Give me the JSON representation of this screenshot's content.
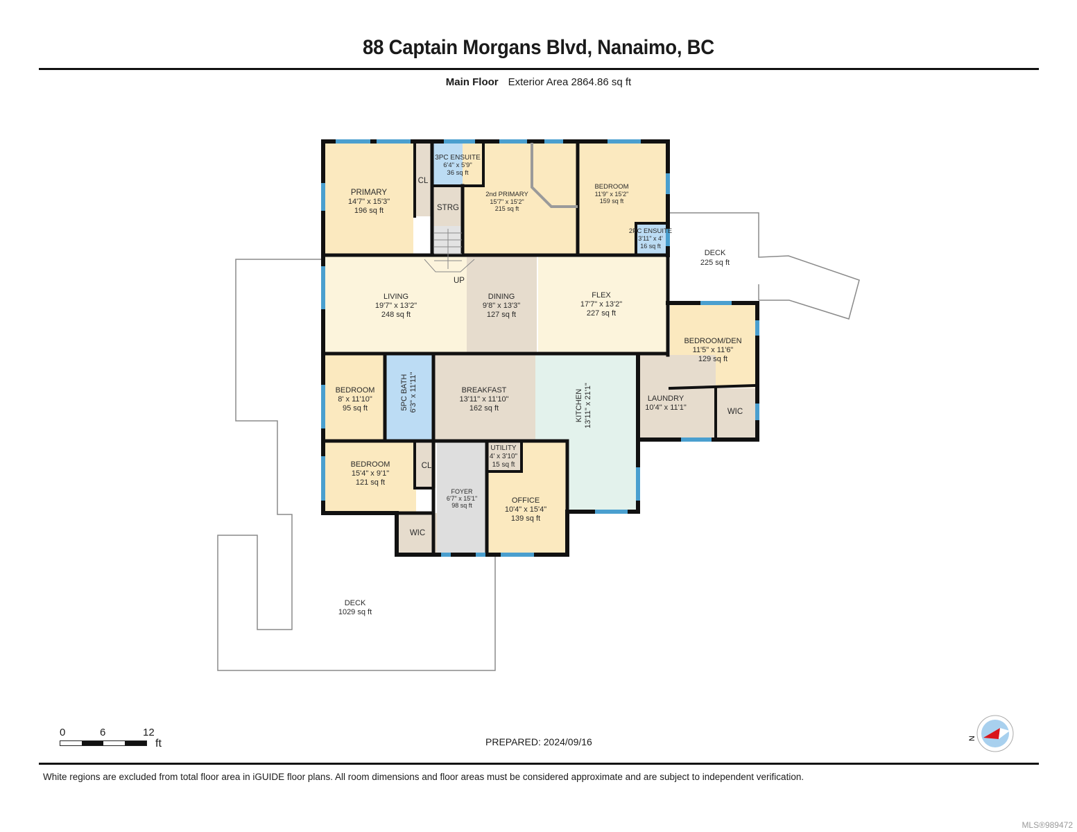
{
  "header": {
    "title": "88 Captain Morgans Blvd, Nanaimo, BC",
    "floor_label": "Main Floor",
    "exterior_area": "Exterior Area 2864.86 sq ft"
  },
  "rooms": {
    "primary": {
      "name": "PRIMARY",
      "dims": "14'7\" x 15'3\"",
      "area": "196 sq ft"
    },
    "cl_top": {
      "name": "CL"
    },
    "ensuite_3pc": {
      "name": "3PC ENSUITE",
      "dims": "6'4\" x 5'9\"",
      "area": "36 sq ft"
    },
    "strg": {
      "name": "STRG"
    },
    "second_primary": {
      "name": "2nd PRIMARY",
      "dims": "15'7\" x 15'2\"",
      "area": "215 sq ft"
    },
    "bedroom_ne": {
      "name": "BEDROOM",
      "dims": "11'9\" x 15'2\"",
      "area": "159 sq ft"
    },
    "ensuite_2pc": {
      "name": "2PC ENSUITE",
      "dims": "3'11\" x 4'",
      "area": "16 sq ft"
    },
    "deck_small": {
      "name": "DECK",
      "area": "225 sq ft"
    },
    "stairs": {
      "label": "UP"
    },
    "living": {
      "name": "LIVING",
      "dims": "19'7\" x 13'2\"",
      "area": "248 sq ft"
    },
    "dining": {
      "name": "DINING",
      "dims": "9'8\" x 13'3\"",
      "area": "127 sq ft"
    },
    "flex": {
      "name": "FLEX",
      "dims": "17'7\" x 13'2\"",
      "area": "227 sq ft"
    },
    "bedroom_den": {
      "name": "BEDROOM/DEN",
      "dims": "11'5\" x 11'6\"",
      "area": "129 sq ft"
    },
    "bedroom_w": {
      "name": "BEDROOM",
      "dims": "8' x 11'10\"",
      "area": "95 sq ft"
    },
    "bath_5pc": {
      "name": "5PC BATH",
      "dims": "6'3\" x 11'11\""
    },
    "breakfast": {
      "name": "BREAKFAST",
      "dims": "13'11\" x 11'10\"",
      "area": "162 sq ft"
    },
    "kitchen": {
      "name": "KITCHEN",
      "dims": "13'11\" x 21'1\""
    },
    "laundry": {
      "name": "LAUNDRY",
      "dims": "10'4\" x 11'1\""
    },
    "wic_east": {
      "name": "WIC"
    },
    "bedroom_sw": {
      "name": "BEDROOM",
      "dims": "15'4\" x 9'1\"",
      "area": "121 sq ft"
    },
    "cl_bottom": {
      "name": "CL"
    },
    "utility": {
      "name": "UTILITY",
      "dims": "4' x 3'10\"",
      "area": "15 sq ft"
    },
    "foyer": {
      "name": "FOYER",
      "dims": "6'7\" x 15'1\"",
      "area": "98 sq ft"
    },
    "office": {
      "name": "OFFICE",
      "dims": "10'4\" x 15'4\"",
      "area": "139 sq ft"
    },
    "wic_south": {
      "name": "WIC"
    },
    "deck_large": {
      "name": "DECK",
      "area": "1029 sq ft"
    }
  },
  "colors": {
    "bedroom": "#fbe9bf",
    "living": "#fcf4dc",
    "bath": "#bcdcf4",
    "utility": "#e6dccd",
    "kitchen": "#e3f2ec",
    "foyer": "#dedede",
    "wall": "#111111",
    "window": "#4a9fcf",
    "compass_red": "#d9141a",
    "compass_ring": "#a8d0ee"
  },
  "scale": {
    "ticks": [
      "0",
      "6",
      "12"
    ],
    "unit": "ft"
  },
  "footer": {
    "prepared": "PREPARED: 2024/09/16",
    "disclaimer": "White regions are excluded from total floor area in iGUIDE floor plans. All room dimensions and floor areas must be considered approximate and are subject to independent verification.",
    "mls": "MLS®989472",
    "compass_label": "N"
  }
}
